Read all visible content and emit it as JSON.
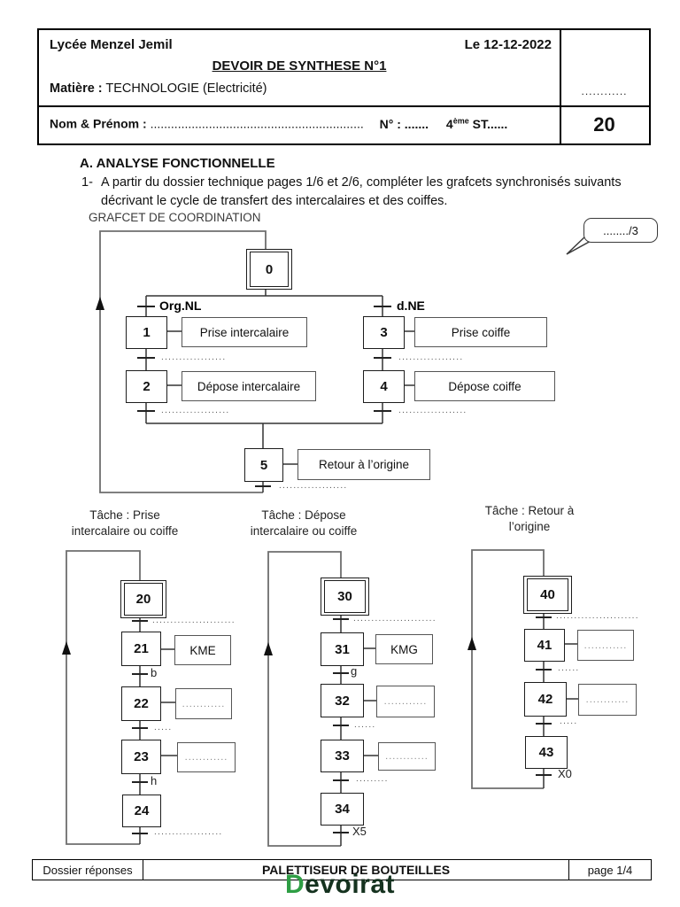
{
  "header": {
    "school": "Lycée Menzel Jemil",
    "date": "Le 12-12-2022",
    "title": "DEVOIR DE SYNTHESE N°1",
    "subject_label": "Matière :",
    "subject": " TECHNOLOGIE (Electricité)",
    "name_label": "Nom & Prénom :",
    "name_dots": " ..............................................................",
    "number_label": "N° : .......",
    "class_base": "4",
    "class_sup": "ème",
    "class_rest": " ST......",
    "score_dots": "............",
    "score_total": "20"
  },
  "body": {
    "section_heading": "A.  ANALYSE FONCTIONNELLE",
    "q_marker": "1-",
    "q_line1": "A partir du dossier technique pages 1/6 et 2/6, compléter les grafcets synchronisés suivants",
    "q_line2": "décrivant le cycle de transfert des intercalaires et des coiffes.",
    "diagram_label": "GRAFCET DE COORDINATION",
    "score_bubble": "......../3"
  },
  "coordination": {
    "step0": "0",
    "branch_left_label": "Org.NL",
    "branch_right_label": "d.NE",
    "step1": "1",
    "action1": "Prise intercalaire",
    "t1": "..................",
    "step2": "2",
    "action2": "Dépose intercalaire",
    "t2": "...................",
    "step3": "3",
    "action3": "Prise coiffe",
    "t3": "..................",
    "step4": "4",
    "action4": "Dépose coiffe",
    "t4": "...................",
    "step5": "5",
    "action5": "Retour à l’origine",
    "t5": "..................."
  },
  "task_prise": {
    "title1": "Tâche : Prise",
    "title2": "intercalaire ou coiffe",
    "s20": "20",
    "t20": ".......................",
    "s21": "21",
    "a21": "KME",
    "t21": "b",
    "s22": "22",
    "a22": "............",
    "t22": ".....",
    "s23": "23",
    "a23": "............",
    "t23": "h",
    "s24": "24",
    "t24": "..................."
  },
  "task_depose": {
    "title1": "Tâche : Dépose",
    "title2": "intercalaire ou coiffe",
    "s30": "30",
    "t30": ".......................",
    "s31": "31",
    "a31": "KMG",
    "t31": "g",
    "s32": "32",
    "a32": "............",
    "t32": "......",
    "s33": "33",
    "a33": "............",
    "t33": ".........",
    "s34": "34",
    "t34": "X5"
  },
  "task_retour": {
    "title1": "Tâche : Retour à",
    "title2": "l’origine",
    "s40": "40",
    "t40": ".......................",
    "s41": "41",
    "a41": "............",
    "t41": "......",
    "s42": "42",
    "a42": "............",
    "t42": ".....",
    "s43": "43",
    "t43": "X0"
  },
  "footer": {
    "left": "Dossier réponses",
    "center": "PALETTISEUR DE BOUTEILLES",
    "right": "page 1/4",
    "logo_d": "D",
    "logo_rest": "evoirat"
  }
}
